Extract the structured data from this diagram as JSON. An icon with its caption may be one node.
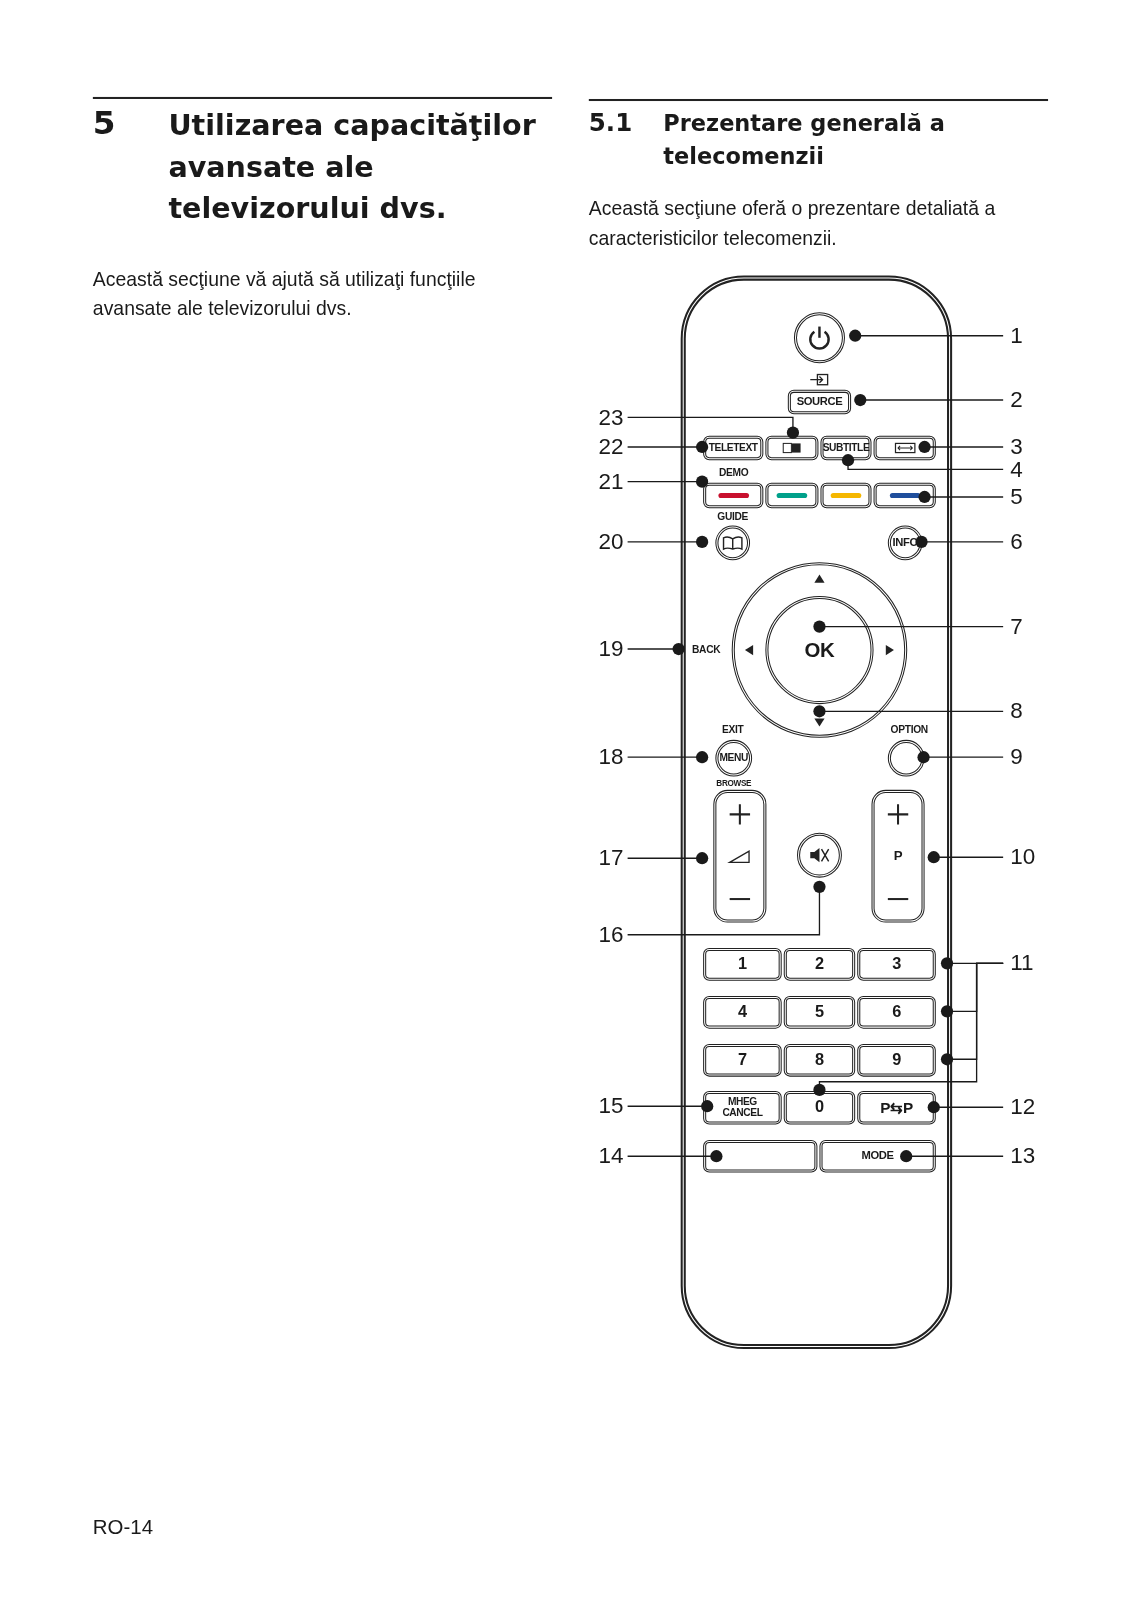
{
  "diagram": {
    "nodes": [
      {
        "text": [],
        "shape": "box"
      },
      {
        "text": [],
        "shape": "circle",
        "in": 0
      },
      {
        "text": [
          "SOURCE"
        ],
        "in": 0
      },
      {
        "text": [
          "TELETEXT"
        ],
        "in": 0
      },
      {
        "text": [],
        "shape": "box",
        "in": 0
      },
      {
        "text": [
          "SUBTITLE"
        ],
        "in": 0
      },
      {
        "text": [],
        "shape": "box",
        "in": 0
      },
      {
        "text": [],
        "shape": "box",
        "in": 0,
        "beside": [
          "DEMO"
        ]
      },
      {
        "text": [],
        "shape": "box",
        "in": 0
      },
      {
        "text": [],
        "shape": "box",
        "in": 0
      },
      {
        "text": [],
        "shape": "box",
        "in": 0
      },
      {
        "text": [],
        "shape": "circle",
        "in": 0,
        "beside": [
          "GUIDE"
        ]
      },
      {
        "text": [
          "INFO"
        ],
        "in": 0
      },
      {
        "text": [],
        "shape": "circle",
        "in": 0
      },
      {
        "text": [
          "OK"
        ],
        "in": 13
      },
      {
        "text": [
          "BACK"
        ],
        "in": 0
      },
      {
        "text": [
          "MENU"
        ],
        "in": 0,
        "beside": [
          "EXIT",
          "BROWSE"
        ]
      },
      {
        "text": [],
        "shape": "circle",
        "in": 0,
        "beside": [
          "OPTION"
        ]
      },
      {
        "text": [],
        "shape": "box",
        "in": 0
      },
      {
        "text": [],
        "shape": "circle",
        "in": 0
      },
      {
        "text": [
          "P"
        ],
        "in": 0
      },
      {
        "text": [
          "1"
        ],
        "in": 0
      },
      {
        "text": [
          "2"
        ],
        "in": 0
      },
      {
        "text": [
          "3"
        ],
        "in": 0
      },
      {
        "text": [
          "4"
        ],
        "in": 0
      },
      {
        "text": [
          "5"
        ],
        "in": 0
      },
      {
        "text": [
          "6"
        ],
        "in": 0
      },
      {
        "text": [
          "7"
        ],
        "in": 0
      },
      {
        "text": [
          "8"
        ],
        "in": 0
      },
      {
        "text": [
          "9"
        ],
        "in": 0
      },
      {
        "text": [
          "0"
        ],
        "in": 0
      },
      {
        "text": [
          "MHEG CANCEL"
        ],
        "in": 0
      },
      {
        "text": [
          "P⇆P"
        ],
        "in": 0
      },
      {
        "text": [],
        "shape": "box",
        "in": 0
      },
      {
        "text": [
          "MODE"
        ],
        "in": 0
      },
      {
        "text": [
          "1"
        ]
      },
      {
        "text": [
          "2"
        ]
      },
      {
        "text": [
          "3"
        ]
      },
      {
        "text": [
          "4"
        ]
      },
      {
        "text": [
          "5"
        ]
      },
      {
        "text": [
          "6"
        ]
      },
      {
        "text": [
          "7"
        ]
      },
      {
        "text": [
          "8"
        ]
      },
      {
        "text": [
          "9"
        ]
      },
      {
        "text": [
          "10"
        ]
      },
      {
        "text": [
          "11"
        ]
      },
      {
        "text": [
          "12"
        ]
      },
      {
        "text": [
          "13"
        ]
      },
      {
        "text": [
          "14"
        ]
      },
      {
        "text": [
          "15"
        ]
      },
      {
        "text": [
          "16"
        ]
      },
      {
        "text": [
          "17"
        ]
      },
      {
        "text": [
          "18"
        ]
      },
      {
        "text": [
          "19"
        ]
      },
      {
        "text": [
          "20"
        ]
      },
      {
        "text": [
          "21"
        ]
      },
      {
        "text": [
          "22"
        ]
      },
      {
        "text": [
          "23"
        ]
      }
    ],
    "edges": [
      {
        "from": 35,
        "to": 1,
        "arrow": "other"
      },
      {
        "from": 36,
        "to": 2,
        "arrow": "other"
      },
      {
        "from": 37,
        "to": 6,
        "arrow": "other"
      },
      {
        "from": 38,
        "to": 5,
        "arrow": "other"
      },
      {
        "from": 39,
        "to": 10,
        "arrow": "other"
      },
      {
        "from": 40,
        "to": 12,
        "arrow": "other"
      },
      {
        "from": 41,
        "to": 14,
        "arrow": "other"
      },
      {
        "from": 42,
        "to": 13,
        "arrow": "other"
      },
      {
        "from": 43,
        "to": 17,
        "arrow": "other"
      },
      {
        "from": 44,
        "to": 20,
        "arrow": "other"
      },
      {
        "from": 45,
        "to": 23,
        "arrow": "other"
      },
      {
        "from": 45,
        "to": 26,
        "arrow": "other"
      },
      {
        "from": 45,
        "to": 29,
        "arrow": "other"
      },
      {
        "from": 45,
        "to": 30,
        "arrow": "other"
      },
      {
        "from": 46,
        "to": 32,
        "arrow": "other"
      },
      {
        "from": 47,
        "to": 34,
        "arrow": "other"
      },
      {
        "from": 48,
        "to": 33,
        "arrow": "other"
      },
      {
        "from": 49,
        "to": 31,
        "arrow": "other"
      },
      {
        "from": 50,
        "to": 19,
        "arrow": "other"
      },
      {
        "from": 51,
        "to": 18,
        "arrow": "other"
      },
      {
        "from": 52,
        "to": 16,
        "arrow": "other"
      },
      {
        "from": 53,
        "to": 15,
        "arrow": "other"
      },
      {
        "from": 54,
        "to": 11,
        "arrow": "other"
      },
      {
        "from": 55,
        "to": 7,
        "arrow": "other"
      },
      {
        "from": 56,
        "to": 3,
        "arrow": "other"
      },
      {
        "from": 57,
        "to": 4,
        "arrow": "other"
      }
    ],
    "labels": [
      "5",
      "Utilizarea capacităţilor avansate ale televizorului dvs.",
      "Această secţiune vă ajută să utilizaţi funcţiile avansate ale televizorului dvs.",
      "5.1",
      "Prezentare generală a telecomenzii",
      "Această secţiune oferă o prezentare detaliată a caracteristicilor telecomenzii.",
      "RO-14"
    ]
  }
}
